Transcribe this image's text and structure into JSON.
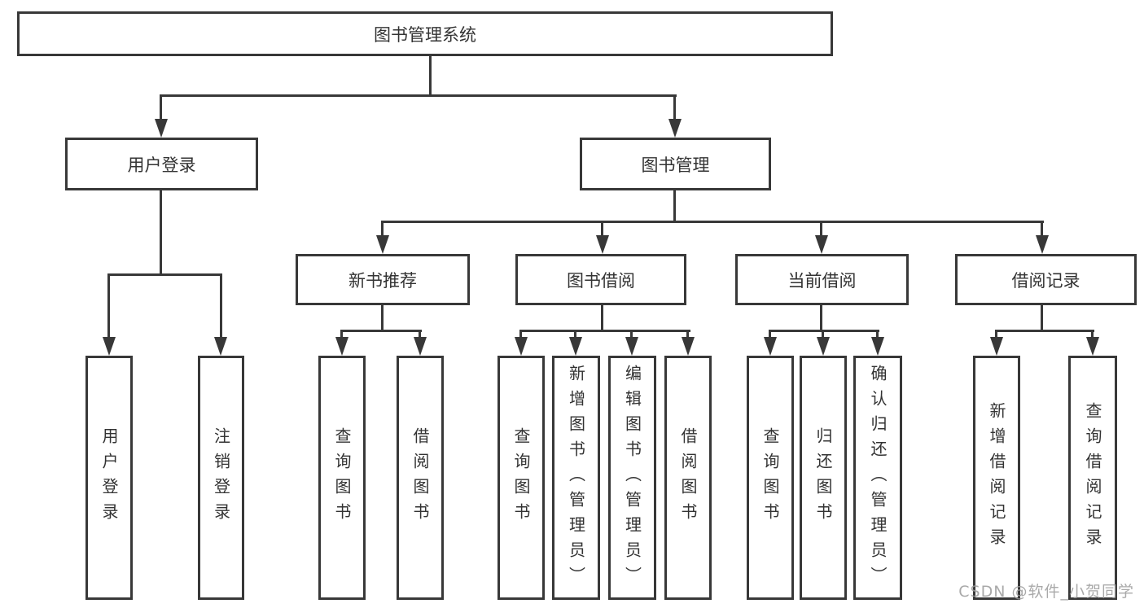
{
  "nodes": {
    "root": "图书管理系统",
    "user_login": "用户登录",
    "book_mgmt": "图书管理",
    "new_books": "新书推荐",
    "book_borrow": "图书借阅",
    "current_borrow": "当前借阅",
    "borrow_records": "借阅记录",
    "leaves": {
      "user_login_leaf": "用户登录",
      "logout": "注销登录",
      "nb_query": "查询图书",
      "nb_borrow": "借阅图书",
      "bb_query": "查询图书",
      "bb_add": "新增图书（管理员）",
      "bb_edit": "编辑图书（管理员）",
      "bb_borrow": "借阅图书",
      "cb_query": "查询图书",
      "cb_return": "归还图书",
      "cb_confirm": "确认归还（管理员）",
      "br_add": "新增借阅记录",
      "br_query": "查询借阅记录"
    }
  },
  "watermark": "CSDN @软件_小贺同学",
  "colors": {
    "line": "#383838",
    "text": "#333333",
    "watermark": "#9b9b9b",
    "background": "#ffffff"
  }
}
